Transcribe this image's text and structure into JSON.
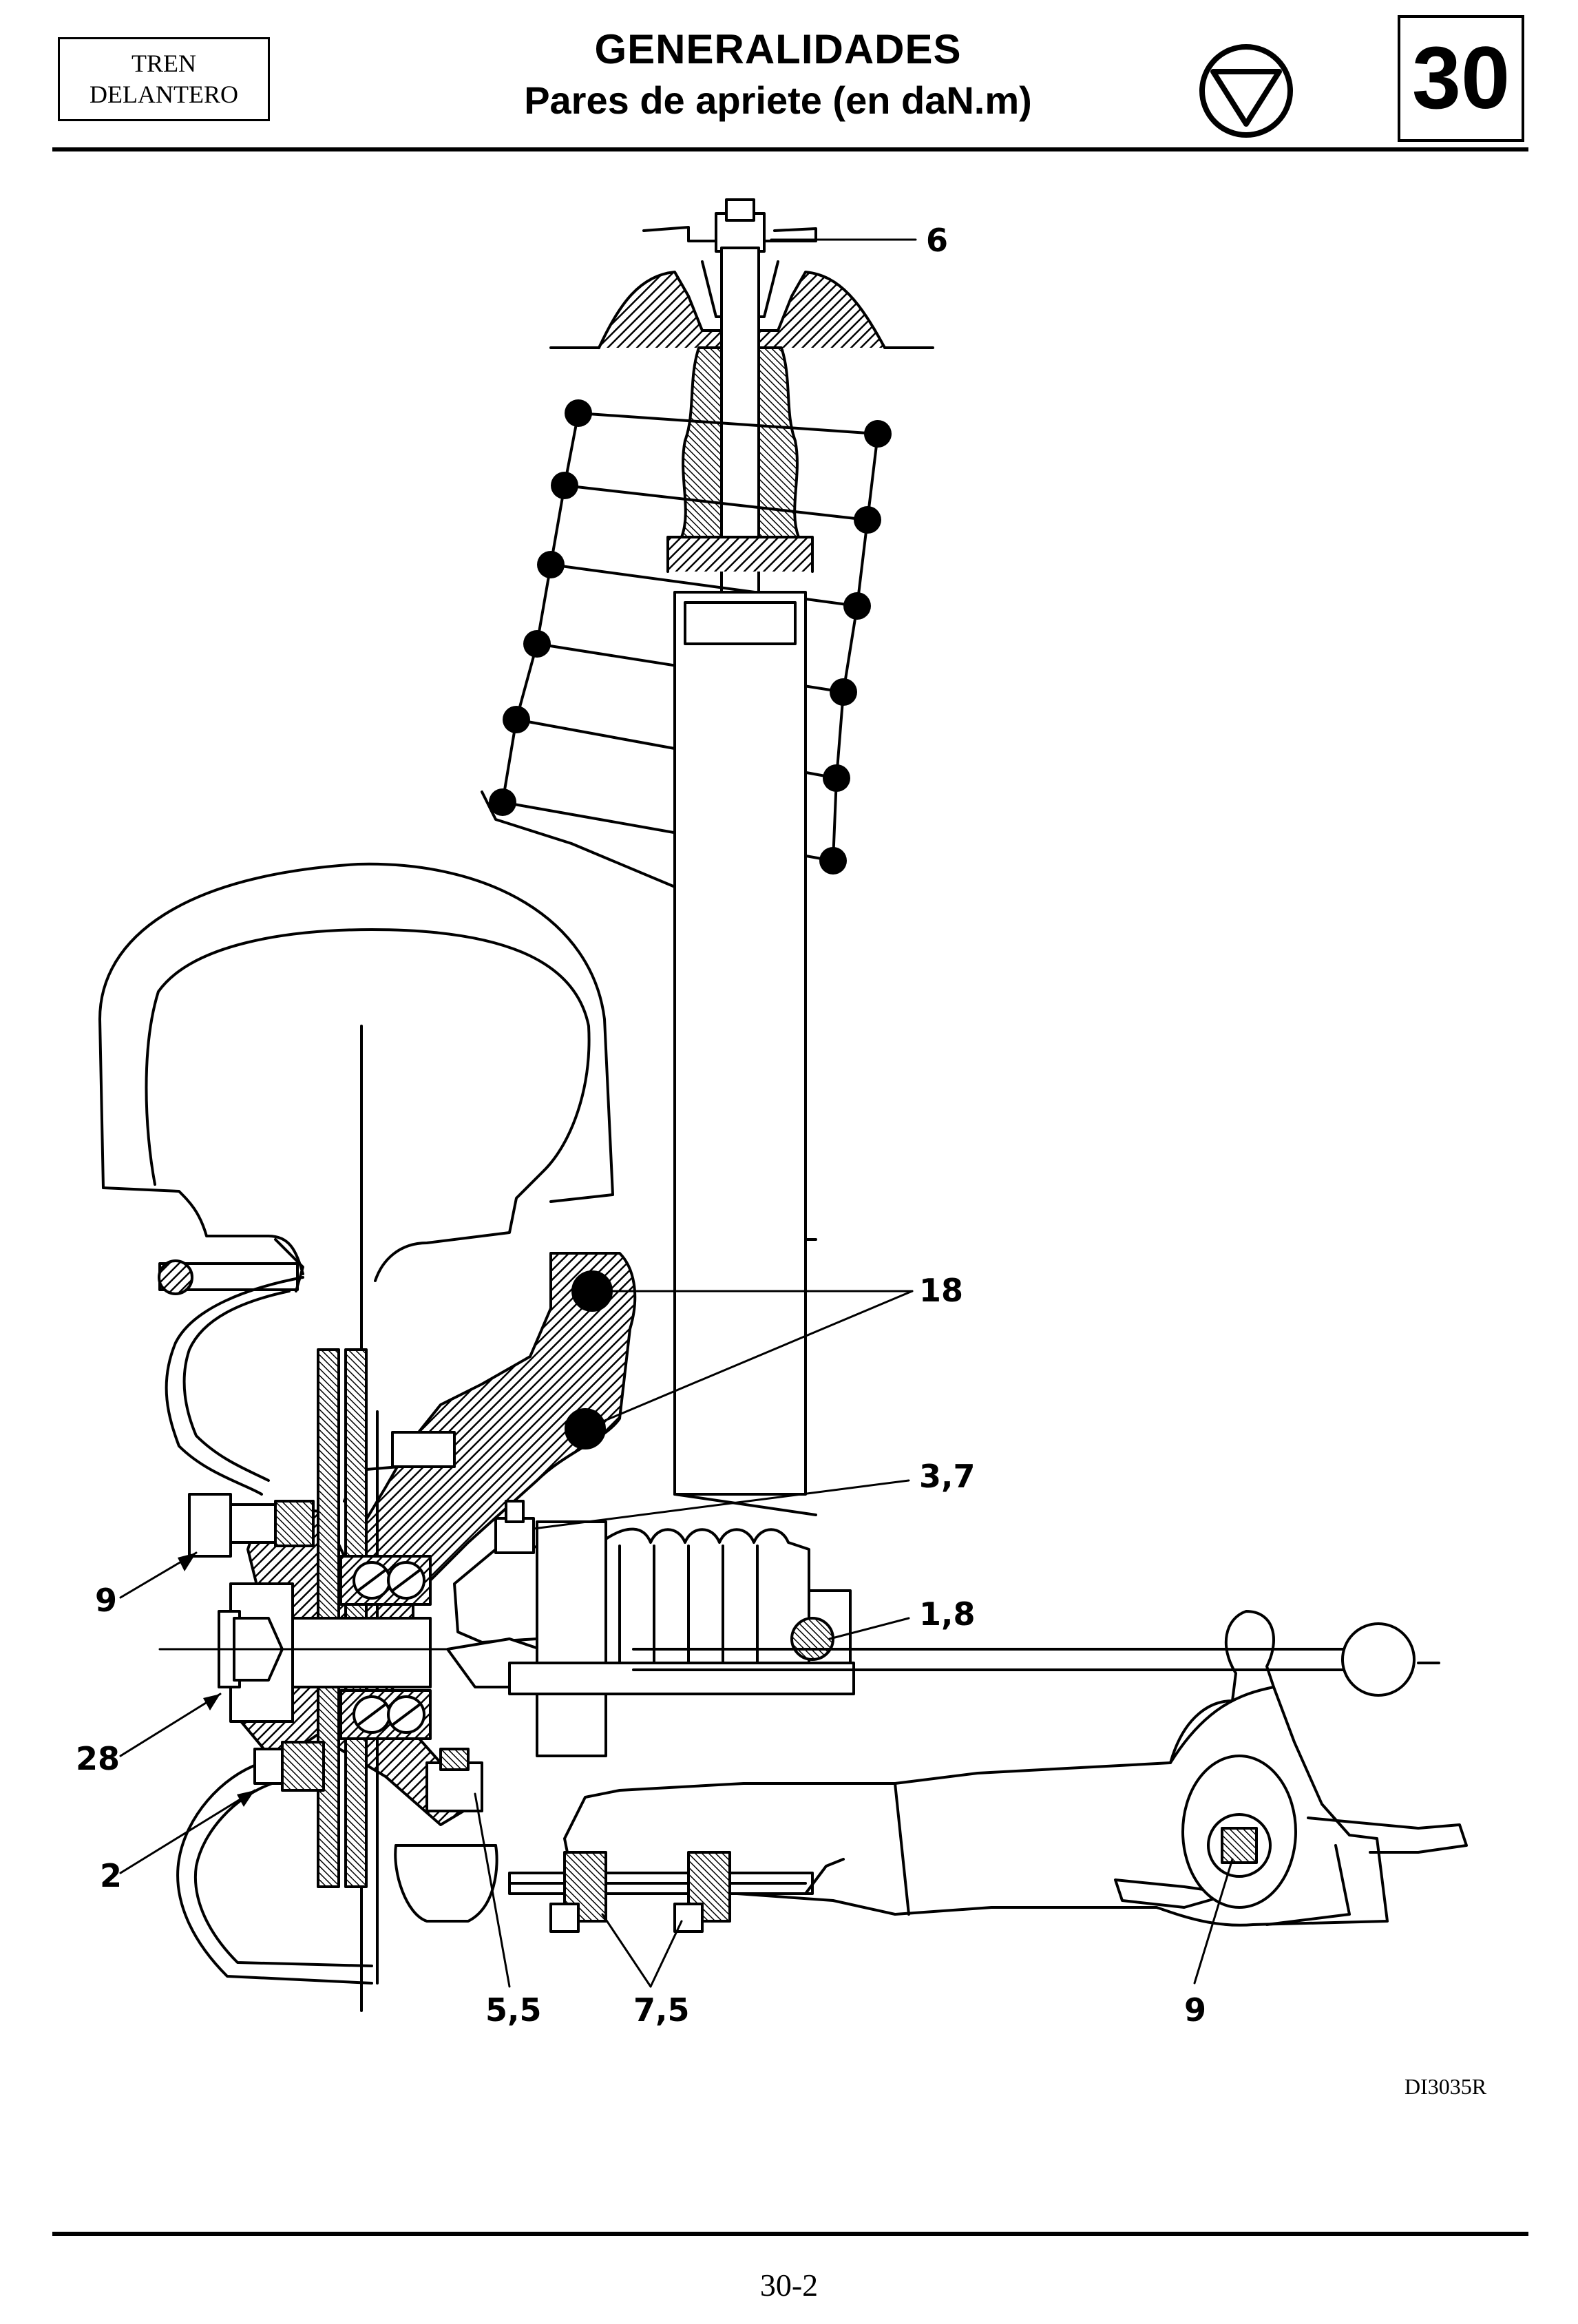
{
  "header": {
    "section": [
      "TREN",
      "DELANTERO"
    ],
    "title": "GENERALIDADES",
    "subtitle": "Pares de apriete (en daN.m)",
    "chapter": "30",
    "icon": "triangle-in-circle-icon"
  },
  "diagram": {
    "callouts": [
      {
        "id": "c6",
        "label": "6"
      },
      {
        "id": "c18",
        "label": "18"
      },
      {
        "id": "c37",
        "label": "3,7"
      },
      {
        "id": "c18b",
        "label": "1,8"
      },
      {
        "id": "c9a",
        "label": "9"
      },
      {
        "id": "c28",
        "label": "28"
      },
      {
        "id": "c2",
        "label": "2"
      },
      {
        "id": "c55",
        "label": "5,5"
      },
      {
        "id": "c75",
        "label": "7,5"
      },
      {
        "id": "c9b",
        "label": "9"
      }
    ],
    "reference": "DI3035R"
  },
  "footer": {
    "page": "30-2"
  }
}
